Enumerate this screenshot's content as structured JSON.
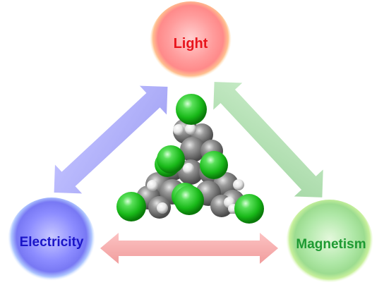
{
  "nodes": {
    "light": {
      "label": "Light",
      "color": "#e8141c",
      "fill": "#ff9a9a",
      "glow": "#ffb070"
    },
    "electricity": {
      "label": "Electricity",
      "color": "#1a14c8",
      "fill": "#8c8cff",
      "glow": "#a0b4ff"
    },
    "magnetism": {
      "label": "Magnetism",
      "color": "#1e9a32",
      "fill": "#a8e6a0",
      "glow": "#b8f08a"
    }
  },
  "arrows": {
    "light_electricity": {
      "color": "#a9a9f8"
    },
    "light_magnetism": {
      "color": "#a8dca8"
    },
    "electricity_magnetism": {
      "color": "#f5a8a8"
    }
  },
  "molecule": {
    "chlorine_color": "#22c022",
    "carbon_color": "#8a8a8a",
    "hydrogen_color": "#f2f2f2"
  }
}
